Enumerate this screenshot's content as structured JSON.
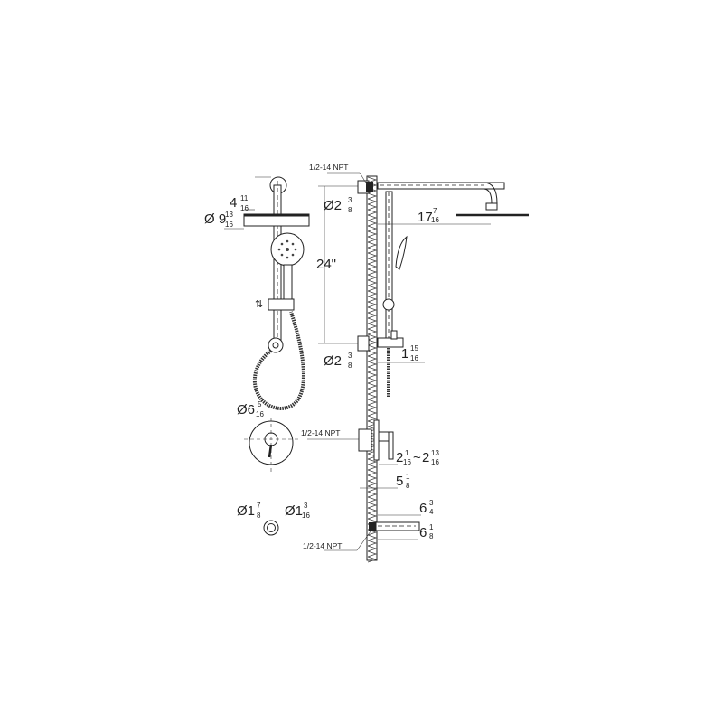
{
  "title": "Shower system dimension drawing",
  "dimensions": {
    "arm_drop": {
      "prefix": "",
      "whole": "4",
      "num": "11",
      "den": "16"
    },
    "rain_head_dia": {
      "prefix": "Ø",
      "whole": "9",
      "num": "13",
      "den": "16"
    },
    "bar_length": {
      "prefix": "",
      "whole": "24\"",
      "num": "",
      "den": ""
    },
    "top_flange_dia": {
      "prefix": "Ø",
      "whole": "2",
      "num": "3",
      "den": "8"
    },
    "bottom_flange_dia": {
      "prefix": "Ø",
      "whole": "2",
      "num": "3",
      "den": "8"
    },
    "arm_reach": {
      "prefix": "",
      "whole": "17",
      "num": "7",
      "den": "16"
    },
    "bottom_projection": {
      "prefix": "",
      "whole": "1",
      "num": "15",
      "den": "16"
    },
    "trim_dia": {
      "prefix": "Ø",
      "whole": "6",
      "num": "5",
      "den": "16"
    },
    "valve_depth_min": {
      "prefix": "",
      "whole": "2",
      "num": "1",
      "den": "16"
    },
    "valve_depth_max": {
      "prefix": "",
      "whole": "2",
      "num": "13",
      "den": "16"
    },
    "valve_total": {
      "prefix": "",
      "whole": "5",
      "num": "1",
      "den": "8"
    },
    "spout_dia_outer": {
      "prefix": "Ø",
      "whole": "1",
      "num": "7",
      "den": "8"
    },
    "spout_dia_inner": {
      "prefix": "Ø",
      "whole": "1",
      "num": "3",
      "den": "16"
    },
    "spout_length": {
      "prefix": "",
      "whole": "6",
      "num": "3",
      "den": "4"
    },
    "spout_outlet": {
      "prefix": "",
      "whole": "6",
      "num": "1",
      "den": "8"
    }
  },
  "range_separator": "~",
  "npt_labels": {
    "top": "1/2-14 NPT",
    "valve": "1/2-14 NPT",
    "spout": "1/2-14 NPT"
  }
}
